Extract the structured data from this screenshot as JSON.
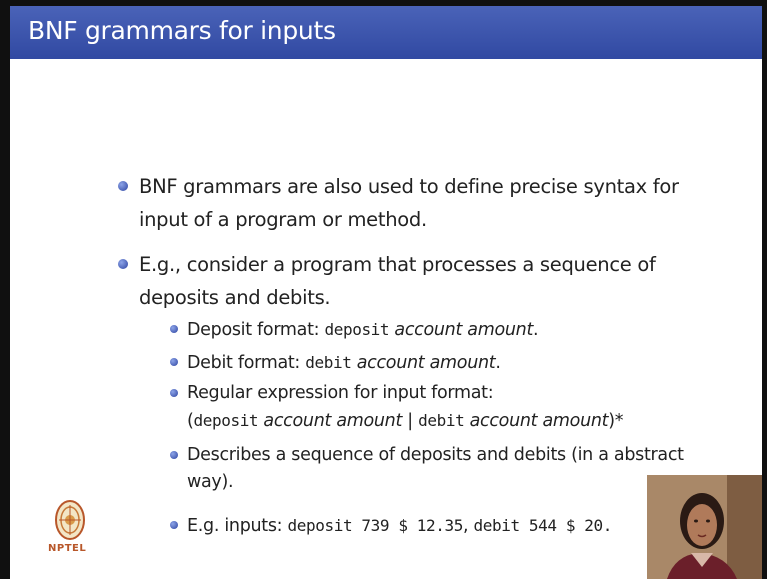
{
  "slide": {
    "title": "BNF grammars for inputs",
    "bullets": [
      {
        "text": "BNF grammars are also used to define precise syntax for input of a program or method."
      },
      {
        "text": "E.g., consider a program that processes a sequence of deposits and debits."
      }
    ],
    "sub_bullets": [
      {
        "lead": "Deposit format: ",
        "code": "deposit",
        "italic": " account amount",
        "tail": "."
      },
      {
        "lead": "Debit format: ",
        "code": "debit",
        "italic": " account amount",
        "tail": "."
      },
      {
        "lead": "Regular expression for input format:"
      },
      {
        "text": "Describes a sequence of deposits and debits (in a abstract way)."
      }
    ],
    "regex_line": {
      "open": "(",
      "code1": "deposit",
      "italic1": " account amount",
      "sep": " | ",
      "code2": "debit",
      "italic2": " account amount",
      "close": ")*"
    },
    "example": {
      "lead": "E.g. inputs: ",
      "code1": "deposit 739 $ 12.35",
      "comma": ", ",
      "code2": "debit 544 $ 20."
    }
  },
  "logo": {
    "text": "NPTEL",
    "color": "#b8572a"
  },
  "colors": {
    "title_bar": "#3a53aa",
    "bullet": "#3a53aa",
    "background": "#ffffff"
  }
}
